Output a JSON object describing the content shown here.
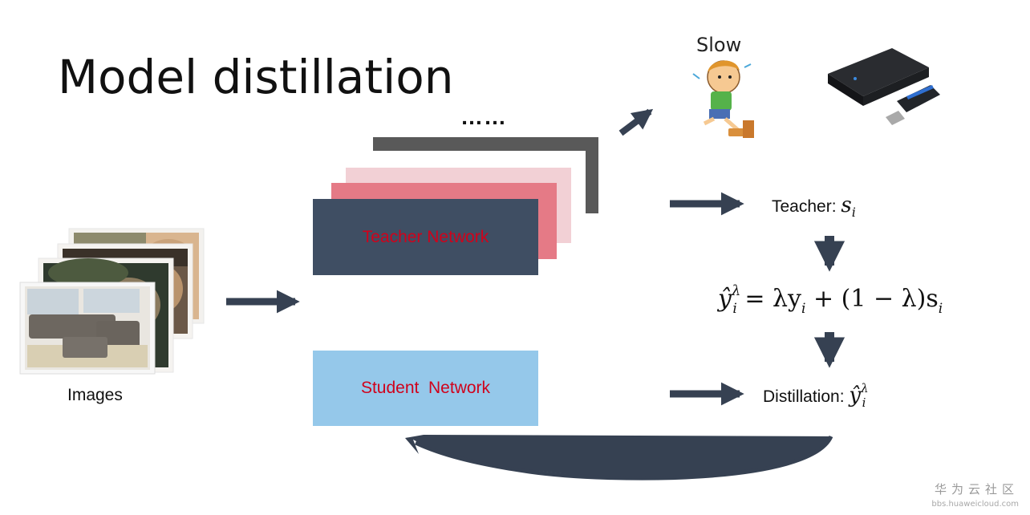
{
  "title": "Model distillation",
  "ellipsis": "……",
  "teacher_network_label": "Teacher Network",
  "student_network_label": "Student  Network",
  "images_label": "Images",
  "slow_label": "Slow",
  "teacher_output": {
    "label": "Teacher: ",
    "symbol": "s",
    "subscript": "i"
  },
  "formula": {
    "lhs": "ŷ",
    "lhs_sup": "λ",
    "lhs_sub": "i",
    "rhs": " = λy",
    "rhs_sub": "i",
    "rhs2": " + (1 − λ)s",
    "rhs2_sub": "i"
  },
  "distillation_output": {
    "label": "Distillation: ",
    "symbol": "ŷ",
    "sup": "λ",
    "subscript": "i"
  },
  "watermark": {
    "brand": "华为云社区",
    "url": "bbs.huaweicloud.com"
  },
  "colors": {
    "teacher_box": "#3f4e63",
    "student_box": "#95c8ea",
    "pink_dark": "#e57a86",
    "pink_light": "#f2d0d5",
    "frame_gray": "#595959",
    "arrow": "#364152",
    "label_red": "#d0021b"
  },
  "icons": [
    "running-boy-icon",
    "hard-drive-icon",
    "usb-drive-icon"
  ]
}
